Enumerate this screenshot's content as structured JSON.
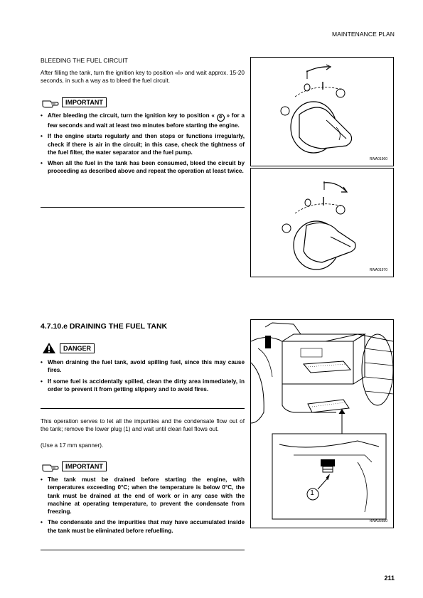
{
  "header": {
    "section": "MAINTENANCE PLAN"
  },
  "bleeding": {
    "title": "BLEEDING THE FUEL CIRCUIT",
    "intro": "After filling the tank, turn the ignition key to position «I» and wait approx. 15-20 seconds, in such a way as to bleed the fuel circuit.",
    "important_label": "IMPORTANT",
    "item1_a": "After bleeding the circuit, turn the ignition key to position «",
    "item1_b": "» for a few seconds and wait at least two minutes before starting the engine.",
    "item2": "If the engine starts regularly and then stops or functions irregularly, check if there is air in the circuit; in this case, check the tightness of the fuel filter, the water separator and the fuel pump.",
    "item3": "When all the fuel in the tank has been consumed, bleed the circuit by proceeding as described above and repeat the operation at least twice.",
    "fig1_code": "RWA01960",
    "fig2_code": "RWA01970"
  },
  "draining": {
    "heading": "4.7.10.e  DRAINING THE FUEL TANK",
    "danger_label": "DANGER",
    "danger_items": [
      "When draining the fuel tank, avoid spilling fuel, since this may cause fires.",
      "If some fuel is accidentally spilled, clean the dirty area immediately, in order to prevent it from getting slippery and to avoid fires."
    ],
    "body": "This operation serves to let all the impurities and the condensate flow out of the tank; remove the lower plug (1) and wait until clean fuel flows out.",
    "spanner_note": "(Use a 17 mm spanner).",
    "important_label": "IMPORTANT",
    "important_items": [
      "The tank must be drained before starting the engine, with temperatures exceeding 0°C; when the temperature is below 0°C, the tank must be drained at the end of work or in any case with the machine at operating temperature, to prevent the condensate from freezing.",
      "The condensate and the impurities that may have accumulated inside the tank must be eliminated before refuelling."
    ],
    "fig_code": "RWA36680",
    "callout": "1"
  },
  "page_number": "211"
}
